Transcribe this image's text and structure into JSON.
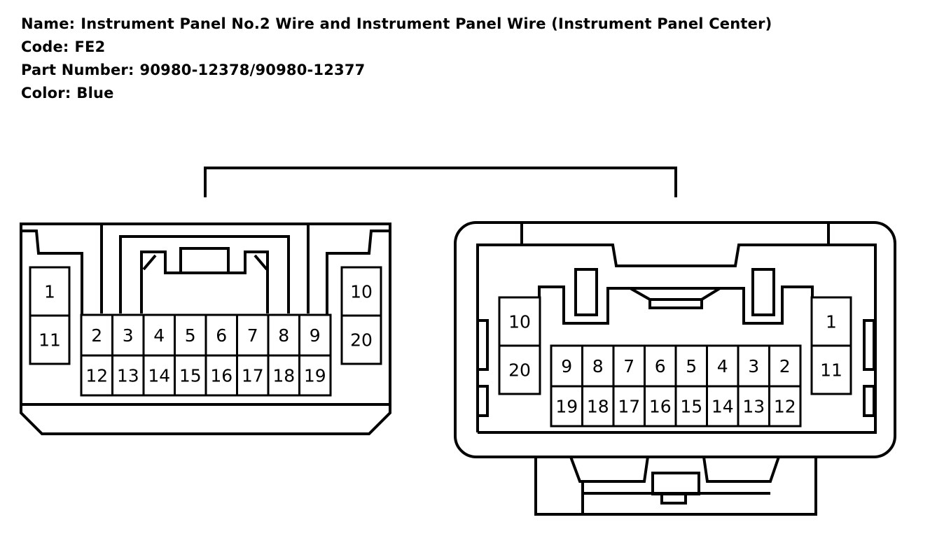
{
  "header": {
    "name_label": "Name:",
    "name_value": "Instrument Panel No.2 Wire and Instrument Panel Wire (Instrument Panel Center)",
    "code_label": "Code:",
    "code_value": "FE2",
    "part_label": "Part Number:",
    "part_value": "90980-12378/90980-12377",
    "color_label": "Color:",
    "color_value": "Blue"
  },
  "connector_left": {
    "side_left": [
      "1",
      "11"
    ],
    "side_right": [
      "10",
      "20"
    ],
    "top_row": [
      "2",
      "3",
      "4",
      "5",
      "6",
      "7",
      "8",
      "9"
    ],
    "bottom_row": [
      "12",
      "13",
      "14",
      "15",
      "16",
      "17",
      "18",
      "19"
    ]
  },
  "connector_right": {
    "side_left": [
      "10",
      "20"
    ],
    "side_right": [
      "1",
      "11"
    ],
    "top_row": [
      "9",
      "8",
      "7",
      "6",
      "5",
      "4",
      "3",
      "2"
    ],
    "bottom_row": [
      "19",
      "18",
      "17",
      "16",
      "15",
      "14",
      "13",
      "12"
    ]
  }
}
